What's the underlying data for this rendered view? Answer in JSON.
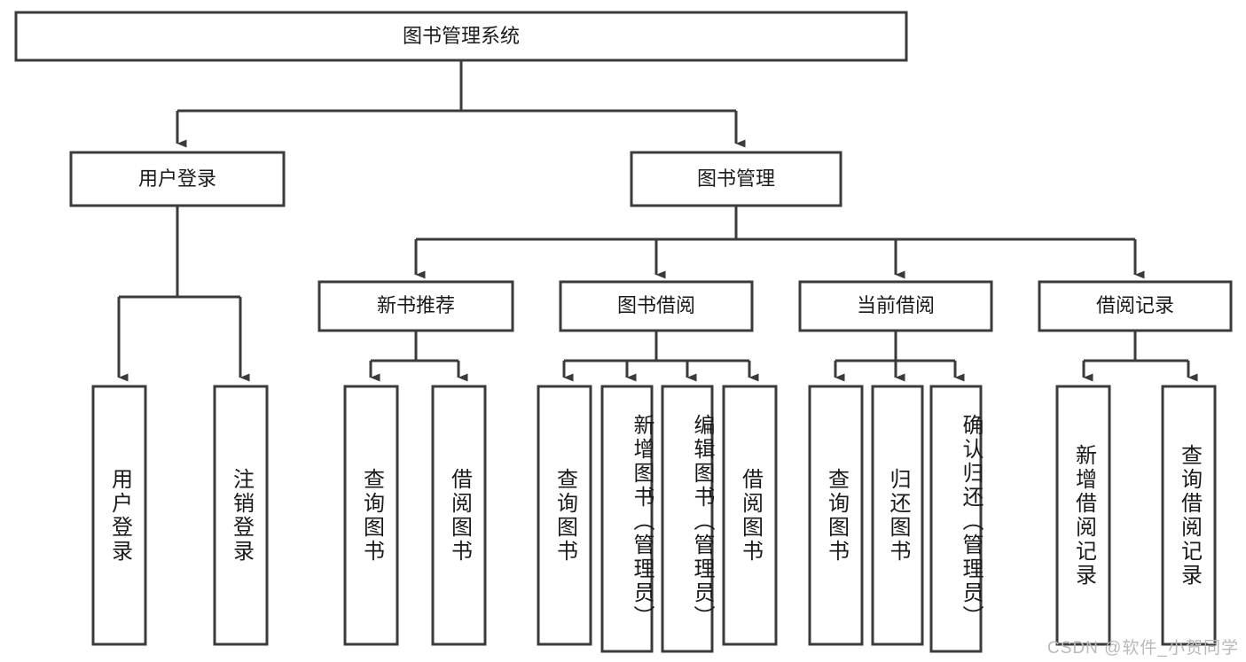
{
  "diagram": {
    "type": "tree",
    "title": "图书管理系统",
    "orientation": "top-down",
    "arrow_style": "filled-triangle",
    "colors": {
      "box_fill": "#ffffff",
      "box_stroke": "#3b3b3b",
      "text": "#1a1a1a",
      "watermark": "#b9b9b9"
    },
    "root": {
      "label": "图书管理系统"
    },
    "level2": [
      {
        "label": "用户登录"
      },
      {
        "label": "图书管理"
      }
    ],
    "level3": [
      {
        "label": "新书推荐"
      },
      {
        "label": "图书借阅"
      },
      {
        "label": "当前借阅"
      },
      {
        "label": "借阅记录"
      }
    ],
    "leaves": {
      "user_login": [
        {
          "label": "用户登录"
        },
        {
          "label": "注销登录"
        }
      ],
      "new_book_recommend": [
        {
          "label": "查询图书"
        },
        {
          "label": "借阅图书"
        }
      ],
      "book_borrow": [
        {
          "label": "查询图书"
        },
        {
          "label": "新增图书（管理员）"
        },
        {
          "label": "编辑图书（管理员）"
        },
        {
          "label": "借阅图书"
        }
      ],
      "current_borrow": [
        {
          "label": "查询图书"
        },
        {
          "label": "归还图书"
        },
        {
          "label": "确认归还（管理员）"
        }
      ],
      "borrow_record": [
        {
          "label": "新增借阅记录"
        },
        {
          "label": "查询借阅记录"
        }
      ]
    }
  },
  "watermark": {
    "text": "CSDN @软件_小贺同学"
  }
}
